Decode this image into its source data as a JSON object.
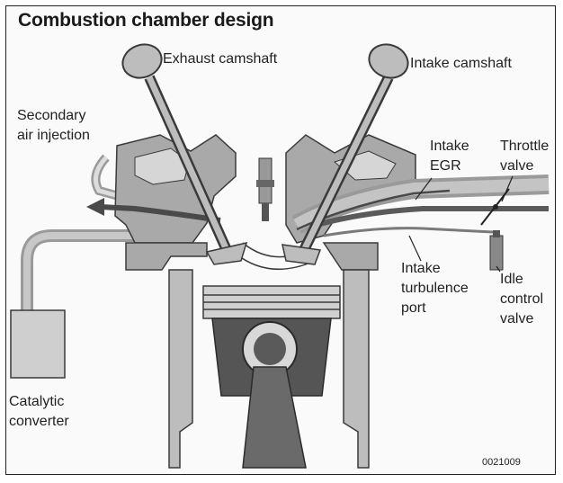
{
  "title": "Combustion chamber design",
  "labels": {
    "exhaust_camshaft": "Exhaust camshaft",
    "intake_camshaft": "Intake camshaft",
    "secondary_air_line1": "Secondary",
    "secondary_air_line2": "air injection",
    "intake_egr_line1": "Intake",
    "intake_egr_line2": "EGR",
    "throttle_line1": "Throttle",
    "throttle_line2": "valve",
    "turbulence_line1": "Intake",
    "turbulence_line2": "turbulence",
    "turbulence_line3": "port",
    "idle_line1": "Idle",
    "idle_line2": "control",
    "idle_line3": "valve",
    "catalytic_line1": "Catalytic",
    "catalytic_line2": "converter"
  },
  "figure_code": "0021009",
  "colors": {
    "head_metal": "#a9a9a9",
    "dark_metal": "#555555",
    "light_metal": "#d6d6d6",
    "outline": "#3a3a3a",
    "flow_arrow": "#4a4a4a"
  }
}
